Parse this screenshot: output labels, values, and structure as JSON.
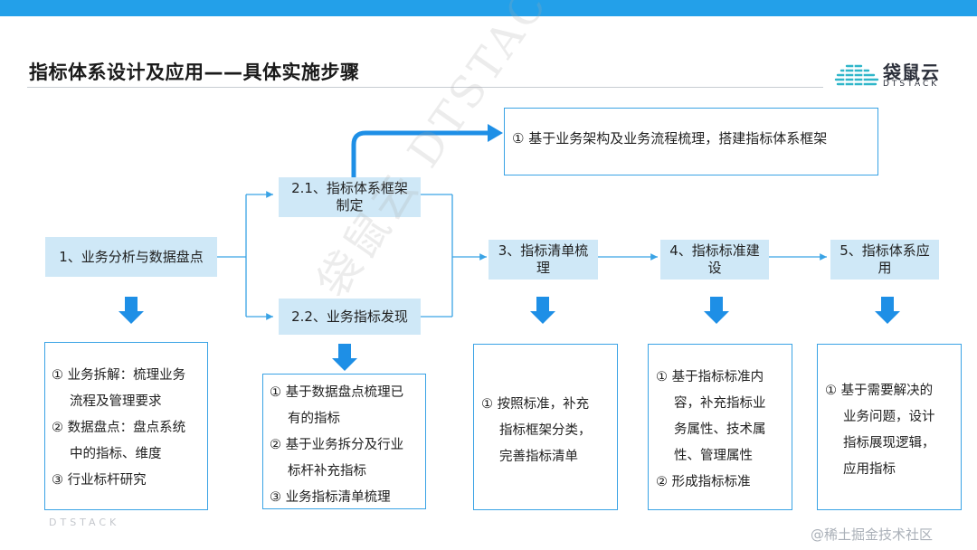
{
  "header": {
    "title": "指标体系设计及应用——具体实施步骤"
  },
  "brand": {
    "name": "袋鼠云",
    "sub": "DTSTACK",
    "footer": "DTSTACK",
    "watermark": "袋鼠云 DTSTACK"
  },
  "credit": "@稀土掘金技术社区",
  "steps": {
    "s1": "1、业务分析与数据盘点",
    "s21": "2.1、指标体系框架制定",
    "s22": "2.2、业务指标发现",
    "s3": "3、指标清单梳理",
    "s4": "4、指标标准建设",
    "s5": "5、指标体系应用"
  },
  "top_note": "① 基于业务架构及业务流程梳理，搭建指标体系框架",
  "details": {
    "d1": [
      "① 业务拆解：梳理业务",
      "流程及管理要求",
      "② 数据盘点：盘点系统",
      "中的指标、维度",
      "③ 行业标杆研究"
    ],
    "d2": [
      "① 基于数据盘点梳理已",
      "有的指标",
      "② 基于业务拆分及行业",
      "标杆补充指标",
      "③ 业务指标清单梳理"
    ],
    "d3": [
      "① 按照标准，补充",
      "指标框架分类，",
      "完善指标清单"
    ],
    "d4": [
      "① 基于指标标准内",
      "容，补充指标业",
      "务属性、技术属",
      "性、管理属性",
      "② 形成指标标准"
    ],
    "d5": [
      "① 基于需要解决的",
      "业务问题，设计",
      "指标展现逻辑，",
      "应用指标"
    ]
  },
  "colors": {
    "accent": "#23a0e9",
    "box_fill": "#cfe8f7",
    "arrow": "#1e8fe6",
    "border": "#3aa3e5"
  }
}
